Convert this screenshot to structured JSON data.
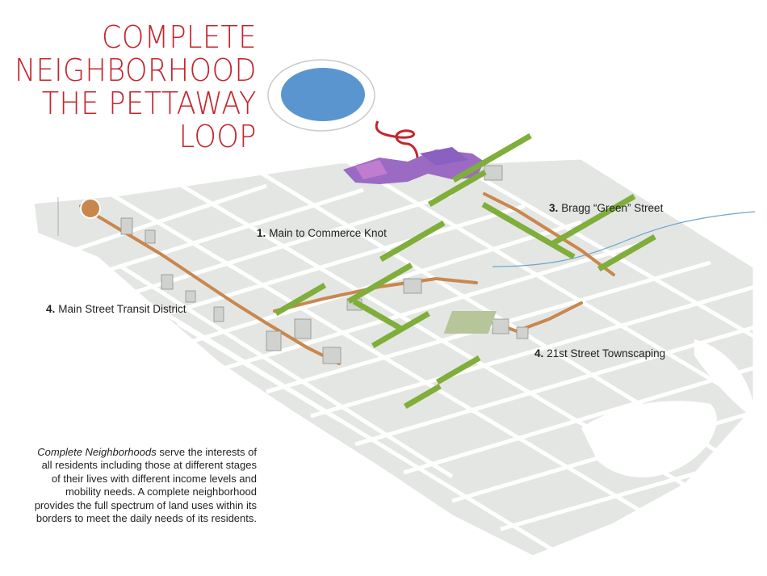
{
  "title": {
    "line1": "COMPLETE",
    "line2": "NEIGHBORHOOD",
    "line3": "THE PETTAWAY",
    "line4": "LOOP"
  },
  "labels": [
    {
      "num": "1.",
      "text": "Main to Commerce Knot"
    },
    {
      "num": "3.",
      "text": "Bragg “Green” Street"
    },
    {
      "num": "4.",
      "text": "Main Street Transit District"
    },
    {
      "num": "4.",
      "text": "21st Street Townscaping"
    }
  ],
  "description": {
    "lead": "Complete Neighborhoods",
    "body": " serve the interests of all residents including those at different stages of their lives with different income levels and mobility needs. A complete neighborhood provides the full spectrum of land uses within its borders to meet the daily needs of its residents."
  },
  "colors": {
    "title": "#c4262e",
    "block": "#e4e6e3",
    "street": "#ffffff",
    "tree": "#7fae3a",
    "path": "#c9874e",
    "water": "#5b95cf",
    "housing": "#9b6bc4"
  }
}
